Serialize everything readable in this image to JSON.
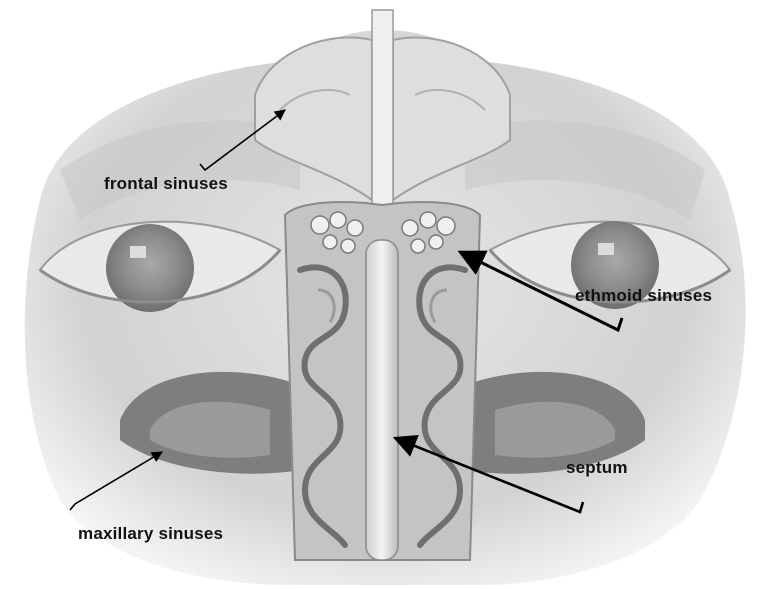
{
  "labels": {
    "frontal": "frontal sinuses",
    "ethmoid": "ethmoid sinuses",
    "septum": "septum",
    "maxillary": "maxillary sinuses"
  },
  "colors": {
    "background": "#ffffff",
    "label_text": "#111111",
    "pointer": "#000000"
  }
}
